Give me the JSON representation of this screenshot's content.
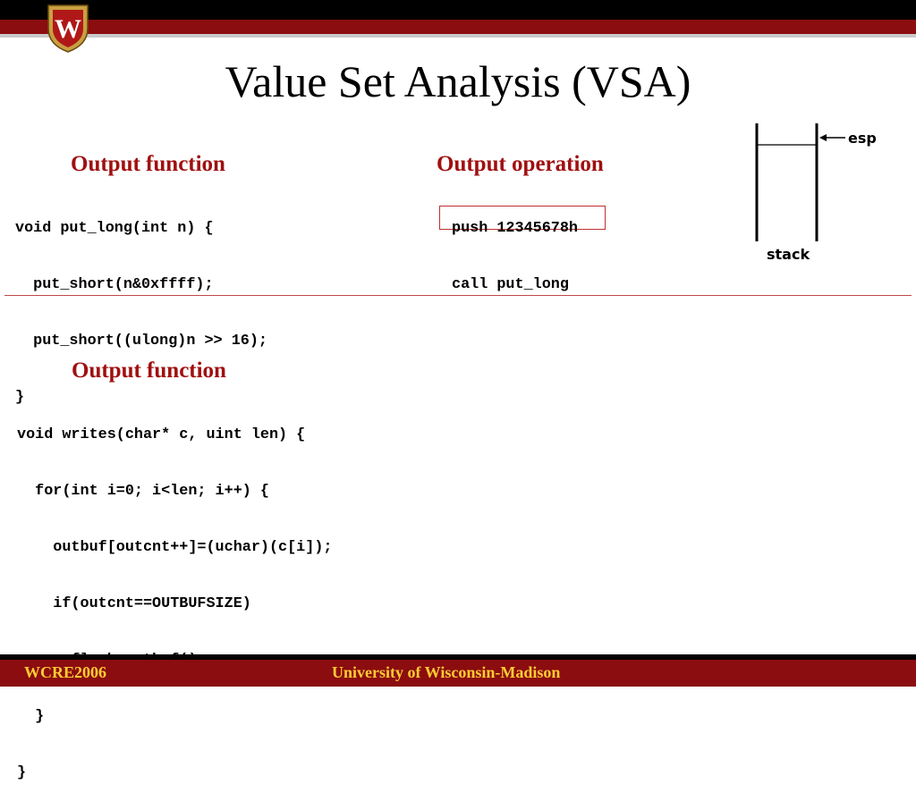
{
  "header": {
    "title": "Value Set Analysis (VSA)",
    "logo_letter": "W"
  },
  "top_left": {
    "heading": "Output function",
    "code": [
      "void put_long(int n) {",
      "  put_short(n&0xffff);",
      "  put_short((ulong)n >> 16);",
      "}"
    ]
  },
  "top_middle": {
    "heading": "Output operation",
    "code": [
      "push 12345678h",
      "call put_long"
    ]
  },
  "stack_diagram": {
    "pointer_label": "esp",
    "stack_label": "stack"
  },
  "bottom": {
    "heading": "Output function",
    "code": [
      "void writes(char* c, uint len) {",
      "  for(int i=0; i<len; i++) {",
      "    outbuf[outcnt++]=(uchar)(c[i]);",
      "    if(outcnt==OUTBUFSIZE)",
      "      flush_outbuf();",
      "  }",
      "}"
    ]
  },
  "footer": {
    "left": "WCRE2006",
    "center": "University of Wisconsin-Madison"
  },
  "colors": {
    "brand_red": "#8b0d0f",
    "heading_red": "#a01010",
    "footer_gold": "#ffcc33"
  }
}
